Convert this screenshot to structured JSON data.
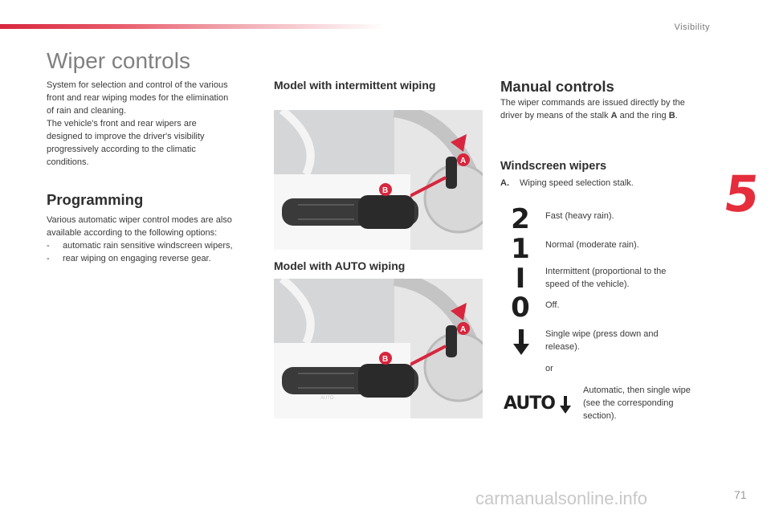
{
  "header": {
    "section": "Visibility",
    "chapter": "5"
  },
  "title": "Wiper controls",
  "intro": [
    "System for selection and control of the various",
    "front and rear wiping modes for the elimination",
    "of rain and cleaning.",
    "The vehicle's front and rear wipers are",
    "designed to improve the driver's visibility",
    "progressively according to the climatic",
    "conditions."
  ],
  "programming": {
    "title": "Programming",
    "text1": "Various automatic wiper control modes are also",
    "text2": "available according to the following options:",
    "items": [
      {
        "dash": "-",
        "text": "automatic rain sensitive windscreen wipers,"
      },
      {
        "dash": "-",
        "text": "rear wiping on engaging reverse gear."
      }
    ]
  },
  "intermittent": {
    "title": "Model with intermittent wiping"
  },
  "auto_model": {
    "title": "Model with AUTO wiping"
  },
  "figure": {
    "label_a": "A",
    "label_b": "B",
    "auto_label": "AUTO"
  },
  "manual": {
    "title": "Manual controls",
    "line1": "The wiper commands are issued directly by the",
    "line2_pre": "driver by means of the stalk ",
    "stalk": "A",
    "line2_mid": " and the ring ",
    "ring": "B",
    "line2_post": "."
  },
  "windscreen": {
    "title": "Windscreen wipers",
    "item_label": "A.",
    "item_text": "Wiping speed selection stalk.",
    "modes": [
      {
        "symbol": "2",
        "line1": "Fast (heavy rain).",
        "line2": ""
      },
      {
        "symbol": "1",
        "line1": "Normal (moderate rain).",
        "line2": ""
      },
      {
        "symbol": "I",
        "line1": "Intermittent (proportional to the",
        "line2": "speed of the vehicle)."
      },
      {
        "symbol": "0",
        "line1": "Off.",
        "line2": ""
      },
      {
        "symbol": "down-arrow-icon",
        "line1": "Single wipe (press down and",
        "line2": "release)."
      }
    ],
    "or": "or",
    "auto_symbol": "AUTO",
    "auto_lines": [
      "Automatic, then single wipe",
      "(see the corresponding",
      "section)."
    ]
  },
  "page_number": "71",
  "watermark": "carmanualsonline.info",
  "colors": {
    "accent": "#e52d3c",
    "text": "#3a3a3a"
  }
}
